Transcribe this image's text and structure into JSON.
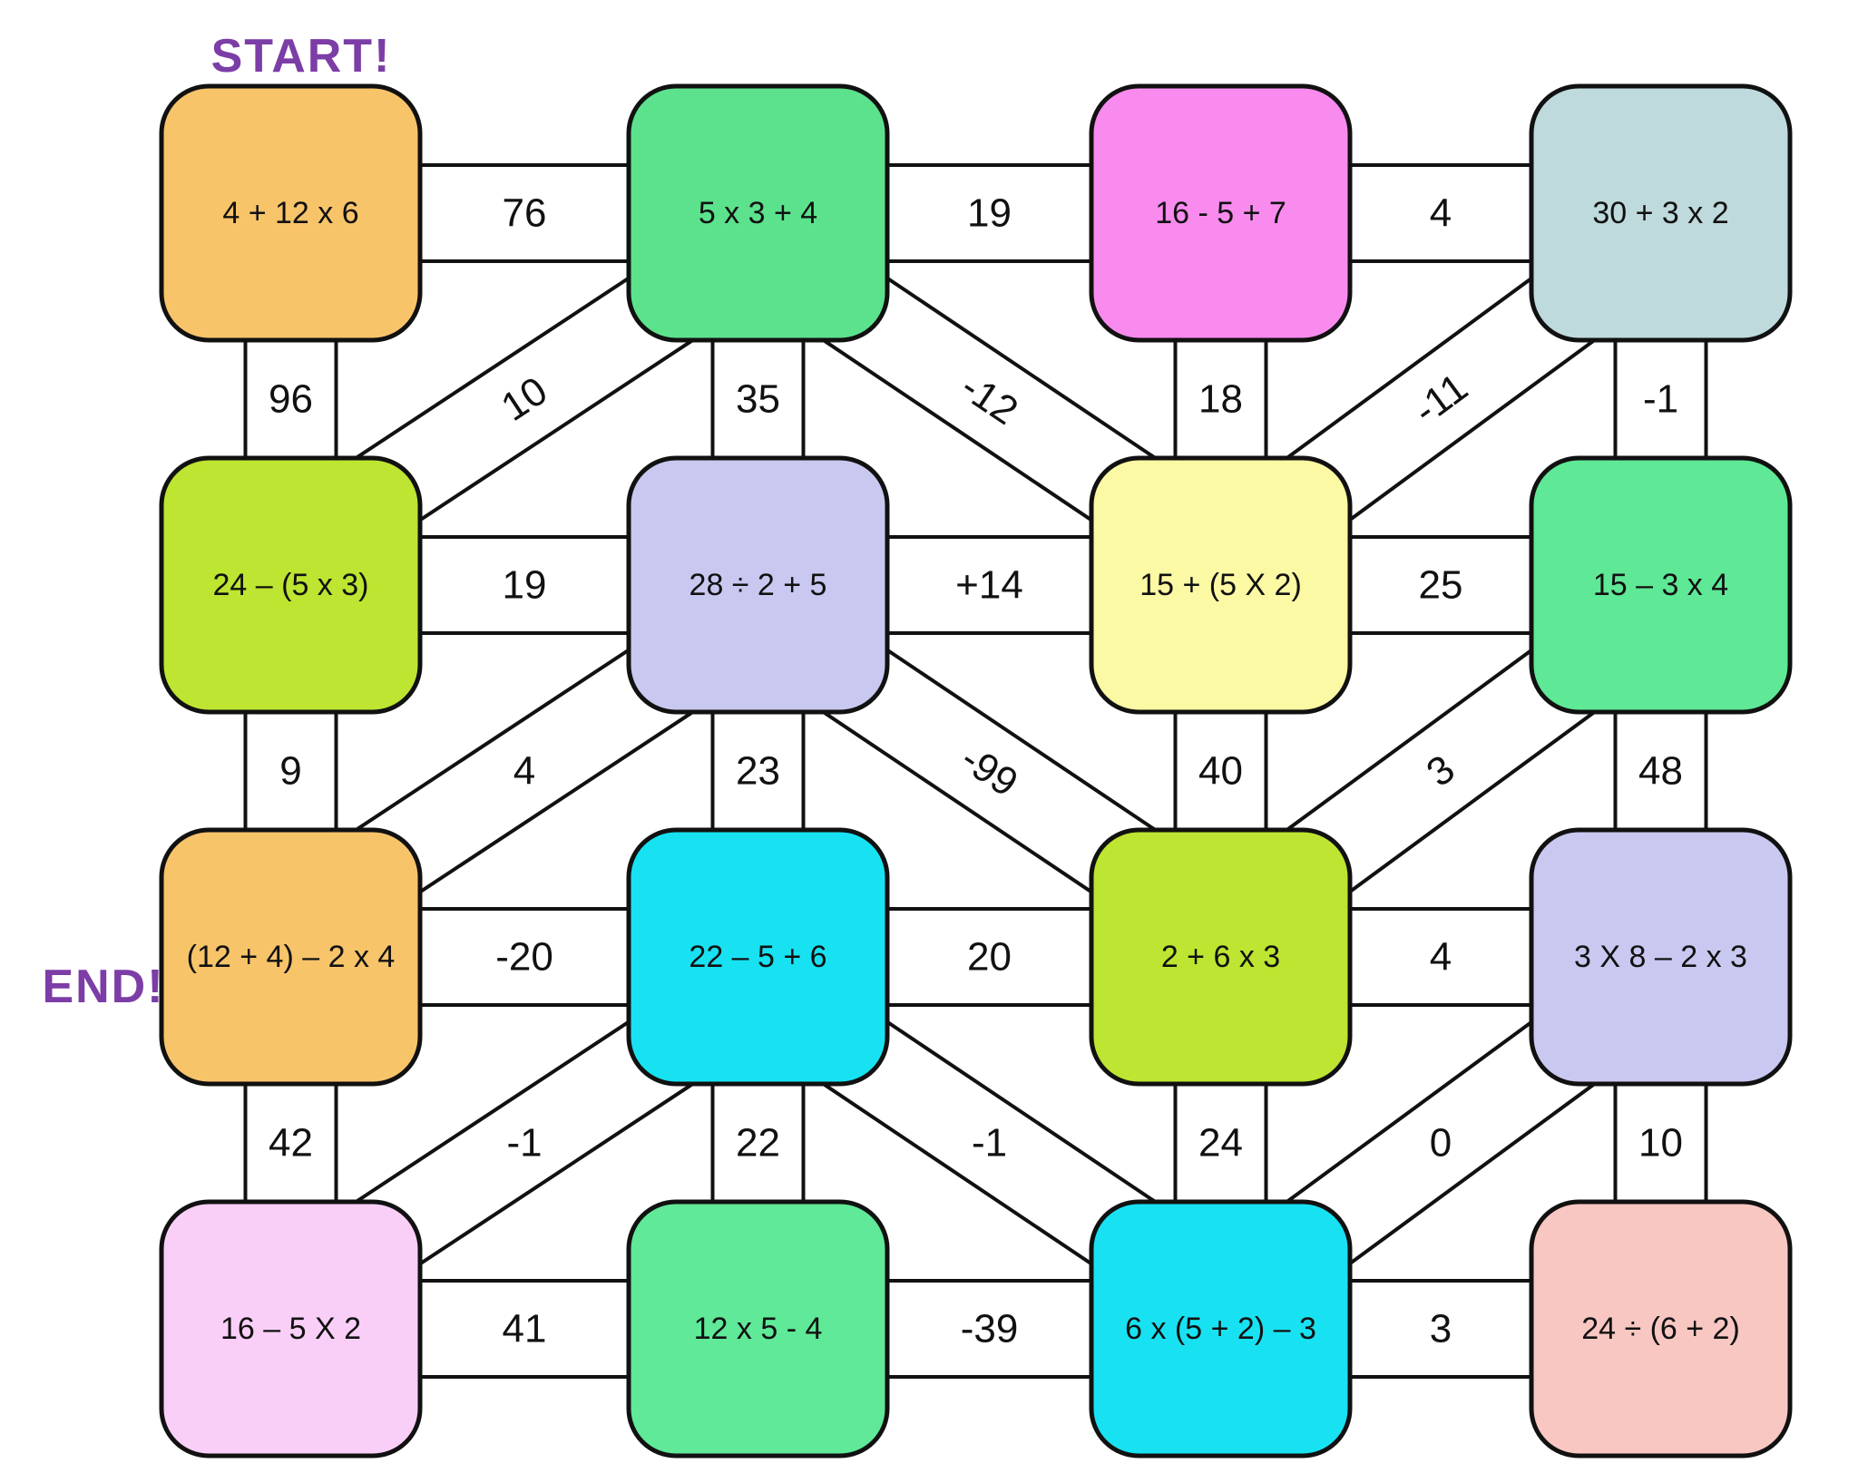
{
  "page": {
    "start_label": "START!",
    "end_label": "END!",
    "accent_color": "#7C3DA6",
    "ink_color": "#111111",
    "background_color": "#FFFFFF"
  },
  "maze": {
    "rows": 4,
    "cols": 4,
    "nodes": [
      {
        "row": 0,
        "col": 0,
        "expr": "4 + 12 x 6",
        "color": "#F8C46A"
      },
      {
        "row": 0,
        "col": 1,
        "expr": "5 x 3 + 4",
        "color": "#5CE28D"
      },
      {
        "row": 0,
        "col": 2,
        "expr": "16 - 5 + 7",
        "color": "#F98BEF"
      },
      {
        "row": 0,
        "col": 3,
        "expr": "30 + 3 x 2",
        "color": "#BFDADD"
      },
      {
        "row": 1,
        "col": 0,
        "expr": "24 – (5 x 3)",
        "color": "#BDE531"
      },
      {
        "row": 1,
        "col": 1,
        "expr": "28 ÷ 2 + 5",
        "color": "#C9C8F0"
      },
      {
        "row": 1,
        "col": 2,
        "expr": "15 + (5 X 2)",
        "color": "#FBF9A4"
      },
      {
        "row": 1,
        "col": 3,
        "expr": "15 – 3 x 4",
        "color": "#5FE896"
      },
      {
        "row": 2,
        "col": 0,
        "expr": "(12 + 4) – 2 x 4",
        "color": "#F8C46A"
      },
      {
        "row": 2,
        "col": 1,
        "expr": "22 – 5 + 6",
        "color": "#18E2F2"
      },
      {
        "row": 2,
        "col": 2,
        "expr": "2 + 6 x 3",
        "color": "#BDE531"
      },
      {
        "row": 2,
        "col": 3,
        "expr": "3 X 8 – 2 x 3",
        "color": "#C9C8F0"
      },
      {
        "row": 3,
        "col": 0,
        "expr": "16 – 5 X 2",
        "color": "#F9CFF8"
      },
      {
        "row": 3,
        "col": 1,
        "expr": "12 x 5 - 4",
        "color": "#5FE998"
      },
      {
        "row": 3,
        "col": 2,
        "expr": "6 x (5 + 2) – 3",
        "color": "#18E2F2"
      },
      {
        "row": 3,
        "col": 3,
        "expr": "24 ÷ (6 + 2)",
        "color": "#F8C7C2"
      }
    ],
    "edges": [
      {
        "from": [
          0,
          0
        ],
        "to": [
          0,
          1
        ],
        "type": "h",
        "label": "76",
        "rotated": false
      },
      {
        "from": [
          0,
          1
        ],
        "to": [
          0,
          2
        ],
        "type": "h",
        "label": "19",
        "rotated": false
      },
      {
        "from": [
          0,
          2
        ],
        "to": [
          0,
          3
        ],
        "type": "h",
        "label": "4",
        "rotated": false
      },
      {
        "from": [
          0,
          0
        ],
        "to": [
          1,
          0
        ],
        "type": "v",
        "label": "96",
        "rotated": false
      },
      {
        "from": [
          0,
          1
        ],
        "to": [
          1,
          1
        ],
        "type": "v",
        "label": "35",
        "rotated": false
      },
      {
        "from": [
          0,
          2
        ],
        "to": [
          1,
          2
        ],
        "type": "v",
        "label": "18",
        "rotated": false
      },
      {
        "from": [
          0,
          3
        ],
        "to": [
          1,
          3
        ],
        "type": "v",
        "label": "-1",
        "rotated": false
      },
      {
        "from": [
          0,
          1
        ],
        "to": [
          1,
          0
        ],
        "type": "d",
        "label": "10",
        "rotated": true
      },
      {
        "from": [
          0,
          1
        ],
        "to": [
          1,
          2
        ],
        "type": "d",
        "label": "-12",
        "rotated": true
      },
      {
        "from": [
          0,
          3
        ],
        "to": [
          1,
          2
        ],
        "type": "d",
        "label": "-11",
        "rotated": true
      },
      {
        "from": [
          1,
          0
        ],
        "to": [
          1,
          1
        ],
        "type": "h",
        "label": "19",
        "rotated": false
      },
      {
        "from": [
          1,
          1
        ],
        "to": [
          1,
          2
        ],
        "type": "h",
        "label": "+14",
        "rotated": false
      },
      {
        "from": [
          1,
          2
        ],
        "to": [
          1,
          3
        ],
        "type": "h",
        "label": "25",
        "rotated": false
      },
      {
        "from": [
          1,
          0
        ],
        "to": [
          2,
          0
        ],
        "type": "v",
        "label": "9",
        "rotated": false
      },
      {
        "from": [
          1,
          1
        ],
        "to": [
          2,
          1
        ],
        "type": "v",
        "label": "23",
        "rotated": false
      },
      {
        "from": [
          1,
          2
        ],
        "to": [
          2,
          2
        ],
        "type": "v",
        "label": "40",
        "rotated": false
      },
      {
        "from": [
          1,
          3
        ],
        "to": [
          2,
          3
        ],
        "type": "v",
        "label": "48",
        "rotated": false
      },
      {
        "from": [
          1,
          1
        ],
        "to": [
          2,
          0
        ],
        "type": "d",
        "label": "4",
        "rotated": false
      },
      {
        "from": [
          1,
          1
        ],
        "to": [
          2,
          2
        ],
        "type": "d",
        "label": "-99",
        "rotated": true
      },
      {
        "from": [
          1,
          3
        ],
        "to": [
          2,
          2
        ],
        "type": "d",
        "label": "3",
        "rotated": true
      },
      {
        "from": [
          2,
          0
        ],
        "to": [
          2,
          1
        ],
        "type": "h",
        "label": "-20",
        "rotated": false
      },
      {
        "from": [
          2,
          1
        ],
        "to": [
          2,
          2
        ],
        "type": "h",
        "label": "20",
        "rotated": false
      },
      {
        "from": [
          2,
          2
        ],
        "to": [
          2,
          3
        ],
        "type": "h",
        "label": "4",
        "rotated": false
      },
      {
        "from": [
          2,
          0
        ],
        "to": [
          3,
          0
        ],
        "type": "v",
        "label": "42",
        "rotated": false
      },
      {
        "from": [
          2,
          1
        ],
        "to": [
          3,
          1
        ],
        "type": "v",
        "label": "22",
        "rotated": false
      },
      {
        "from": [
          2,
          2
        ],
        "to": [
          3,
          2
        ],
        "type": "v",
        "label": "24",
        "rotated": false
      },
      {
        "from": [
          2,
          3
        ],
        "to": [
          3,
          3
        ],
        "type": "v",
        "label": "10",
        "rotated": false
      },
      {
        "from": [
          2,
          1
        ],
        "to": [
          3,
          0
        ],
        "type": "d",
        "label": "-1",
        "rotated": false
      },
      {
        "from": [
          2,
          1
        ],
        "to": [
          3,
          2
        ],
        "type": "d",
        "label": "-1",
        "rotated": false
      },
      {
        "from": [
          2,
          3
        ],
        "to": [
          3,
          2
        ],
        "type": "d",
        "label": "0",
        "rotated": false
      },
      {
        "from": [
          3,
          0
        ],
        "to": [
          3,
          1
        ],
        "type": "h",
        "label": "41",
        "rotated": false
      },
      {
        "from": [
          3,
          1
        ],
        "to": [
          3,
          2
        ],
        "type": "h",
        "label": "-39",
        "rotated": false
      },
      {
        "from": [
          3,
          2
        ],
        "to": [
          3,
          3
        ],
        "type": "h",
        "label": "3",
        "rotated": false
      }
    ]
  }
}
